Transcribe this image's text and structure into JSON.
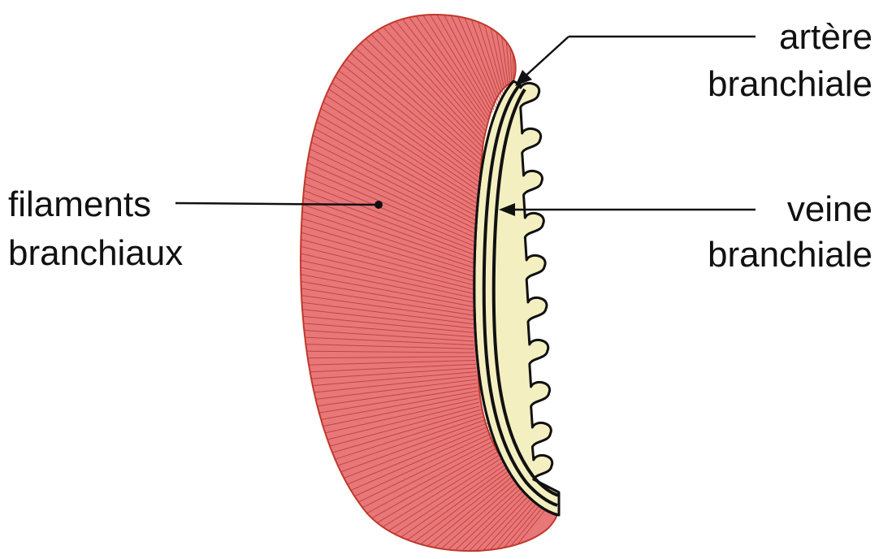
{
  "labels": {
    "filaments_line1": "filaments",
    "filaments_line2": "branchiaux",
    "artere_line1": "artère",
    "artere_line2": "branchiale",
    "veine_line1": "veine",
    "veine_line2": "branchiale"
  },
  "colors": {
    "filament_fill": "#e8777a",
    "filament_stroke": "#c0392b",
    "filament_line": "#b83a2a",
    "arch_fill": "#f4efc0",
    "outline": "#111111",
    "text": "#111111",
    "background": "#ffffff"
  }
}
